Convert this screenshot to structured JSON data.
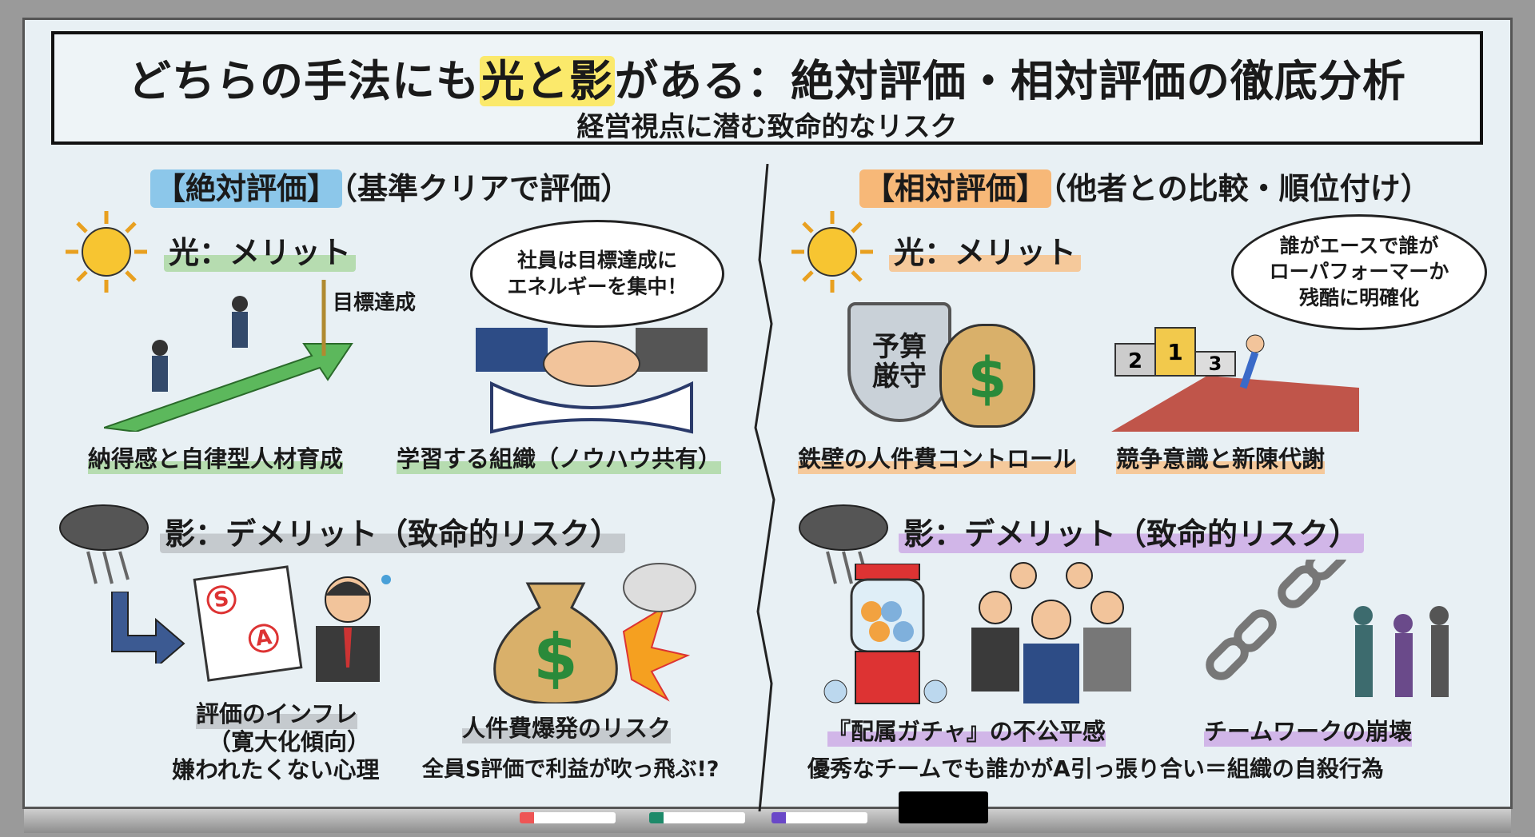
{
  "title": {
    "pre": "どちらの手法にも",
    "highlight": "光と影",
    "post": "がある：絶対評価・相対評価の徹底分析",
    "subtitle": "経営視点に潜む致命的なリスク"
  },
  "left": {
    "heading_tag": "【絶対評価】",
    "heading_note": "（基準クリアで評価）",
    "merit_title": "光：メリット",
    "goal_label": "目標達成",
    "bubble": [
      "社員は目標達成に",
      "エネルギーを集中！"
    ],
    "merit_captions": [
      "納得感と自律型人材育成",
      "学習する組織（ノウハウ共有）"
    ],
    "demerit_title": "影：デメリット（致命的リスク）",
    "doc_marks": [
      "S",
      "A"
    ],
    "money_symbol": "$",
    "demerit1": [
      "評価のインフレ",
      "（寛大化傾向）",
      "嫌われたくない心理"
    ],
    "demerit2": [
      "人件費爆発のリスク",
      "全員S評価で利益が吹っ飛ぶ!?"
    ]
  },
  "right": {
    "heading_tag": "【相対評価】",
    "heading_note": "（他者との比較・順位付け）",
    "merit_title": "光：メリット",
    "shield_text": [
      "予算",
      "厳守"
    ],
    "money_symbol": "$",
    "podium": [
      "2",
      "1",
      "3"
    ],
    "bubble": [
      "誰がエースで誰が",
      "ローパフォーマーか",
      "残酷に明確化"
    ],
    "merit_captions": [
      "鉄壁の人件費コントロール",
      "競争意識と新陳代謝"
    ],
    "demerit_title": "影：デメリット（致命的リスク）",
    "demerit_captions": [
      "『配属ガチャ』の不公平感",
      "チームワークの崩壊"
    ],
    "demerit_note": "優秀なチームでも誰かがA引っ張り合い＝組織の自殺行為"
  },
  "colors": {
    "highlight": "#fbe96b",
    "absolute": "#8cc7ea",
    "relative": "#f7b878",
    "merit_green": "#b6dcb0",
    "purple": "#d1b6e8"
  }
}
